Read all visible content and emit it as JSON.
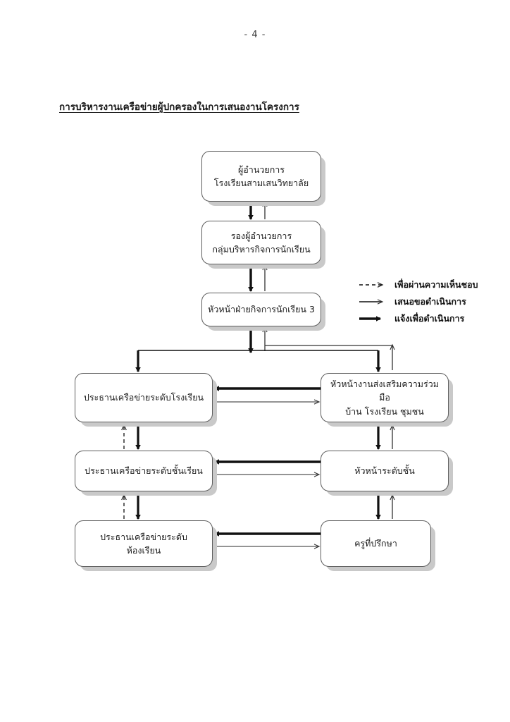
{
  "document": {
    "page_number": "- 4 -",
    "title": "การบริหารงานเครือข่ายผู้ปกครองในการเสนองานโครงการ"
  },
  "diagram": {
    "type": "flowchart",
    "nodes": [
      {
        "id": "director",
        "line1": "ผู้อำนวยการ",
        "line2": "โรงเรียนสามเสนวิทยาลัย"
      },
      {
        "id": "deputy",
        "line1": "รองผู้อำนวยการ",
        "line2": "กลุ่มบริหารกิจการนักเรียน"
      },
      {
        "id": "head-affairs",
        "line1": "หัวหน้าฝ่ายกิจการนักเรียน 3",
        "line2": ""
      },
      {
        "id": "chair-school",
        "line1": "ประธานเครือข่ายระดับโรงเรียน",
        "line2": ""
      },
      {
        "id": "head-coop",
        "line1": "หัวหน้างานส่งเสริมความร่วมมือ",
        "line2": "บ้าน โรงเรียน ชุมชน"
      },
      {
        "id": "chair-classlevel",
        "line1": "ประธานเครือข่ายระดับชั้นเรียน",
        "line2": ""
      },
      {
        "id": "head-level",
        "line1": "หัวหน้าระดับชั้น",
        "line2": ""
      },
      {
        "id": "chair-classroom",
        "line1": "ประธานเครือข่ายระดับ",
        "line2": "ห้องเรียน"
      },
      {
        "id": "advisor-teacher",
        "line1": "ครูที่ปรึกษา",
        "line2": ""
      }
    ],
    "legend": [
      {
        "style": "dashed",
        "label": "เพื่อผ่านความเห็นชอบ"
      },
      {
        "style": "thin",
        "label": "เสนอขอดำเนินการ"
      },
      {
        "style": "thick",
        "label": "แจ้งเพื่อดำเนินการ"
      }
    ],
    "colors": {
      "line": "#111111",
      "node_border": "#5d5d5d",
      "node_shadow": "#c9c9c9",
      "node_fill": "#ffffff"
    }
  }
}
